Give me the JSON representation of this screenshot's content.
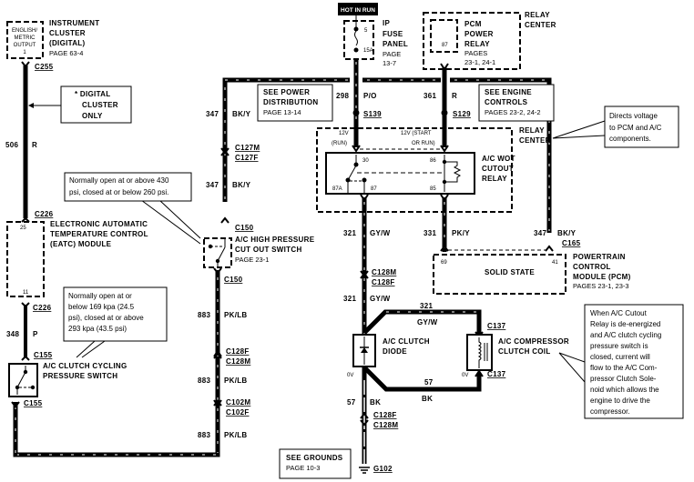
{
  "colors": {
    "wire": "#000000",
    "background": "#ffffff",
    "badge_bg": "#000000",
    "badge_text": "#ffffff"
  },
  "hot_in_run": "HOT IN RUN",
  "instrument_cluster": {
    "box_lines": [
      "ENGLISH/",
      "METRIC",
      "OUTPUT",
      "1"
    ],
    "title_lines": [
      "INSTRUMENT",
      "CLUSTER",
      "(DIGITAL)"
    ],
    "page": "PAGE 63-4",
    "connector": "C255"
  },
  "digital_cluster_note": [
    "* DIGITAL",
    "CLUSTER",
    "ONLY"
  ],
  "wire_506": {
    "circuit": "506",
    "color": "R"
  },
  "fuse_panel": {
    "fuse_number": "5",
    "rating": "15A",
    "title_lines": [
      "IP",
      "FUSE",
      "PANEL",
      "PAGE",
      "13-7"
    ]
  },
  "pcm_power_relay": {
    "pin": "87",
    "title_lines": [
      "PCM",
      "POWER",
      "RELAY",
      "PAGES",
      "23-1, 24-1"
    ],
    "relay_center": [
      "RELAY",
      "CENTER"
    ]
  },
  "see_power_distribution": {
    "lines": [
      "SEE POWER",
      "DISTRIBUTION"
    ],
    "page": "PAGE 13-14"
  },
  "see_engine_controls": {
    "lines": [
      "SEE ENGINE",
      "CONTROLS"
    ],
    "page": "PAGES 23-2, 24-2"
  },
  "wire_298": {
    "circuit": "298",
    "color": "P/O",
    "splice": "S139"
  },
  "wire_361": {
    "circuit": "361",
    "color": "R",
    "splice": "S129"
  },
  "wire_347": {
    "circuit": "347",
    "color": "BK/Y"
  },
  "relay_center_2": [
    "RELAY",
    "CENTER"
  ],
  "directs_note": [
    "Directs voltage",
    "to PCM and A/C",
    "components."
  ],
  "wot_relay": {
    "run_label": [
      "12V",
      "(RUN)"
    ],
    "start_label": [
      "12V (START",
      "OR RUN)"
    ],
    "pins": {
      "p30": "30",
      "p86": "86",
      "p87a": "87A",
      "p87": "87",
      "p85": "85"
    },
    "title_lines": [
      "A/C WOT",
      "CUTOUT",
      "RELAY"
    ]
  },
  "connectors": {
    "c127m": "C127M",
    "c127f": "C127F",
    "c150": "C150",
    "c226": "C226",
    "c155": "C155",
    "c128f": "C128F",
    "c128m": "C128M",
    "c102m": "C102M",
    "c102f": "C102F",
    "c137": "C137",
    "c165": "C165",
    "g102": "G102"
  },
  "high_pressure_note": [
    "Normally open at or above 430",
    "psi, closed at or below 260 psi."
  ],
  "high_pressure_switch": {
    "title_lines": [
      "A/C HIGH PRESSURE",
      "CUT OUT  SWITCH"
    ],
    "page": "PAGE 23-1"
  },
  "eatc": {
    "pin_top": "25",
    "pin_bottom": "11",
    "title_lines": [
      "ELECTRONIC AUTOMATIC",
      "TEMPERATURE CONTROL",
      "(EATC) MODULE"
    ]
  },
  "wire_348": {
    "circuit": "348",
    "color": "P"
  },
  "cycling_note": [
    "Normally open at or",
    "below 169 kpa (24.5",
    "psi), closed at or above",
    "293 kpa (43.5 psi)"
  ],
  "cycling_switch": {
    "title_lines": [
      "A/C CLUTCH CYCLING",
      "PRESSURE SWITCH"
    ]
  },
  "wire_883": {
    "circuit": "883",
    "color": "PK/LB"
  },
  "wire_321": {
    "circuit": "321",
    "color": "GY/W"
  },
  "wire_331": {
    "circuit": "331",
    "color": "PK/Y"
  },
  "wire_57": {
    "circuit": "57",
    "color": "BK"
  },
  "pcm": {
    "pin_left": "69",
    "pin_right": "41",
    "state": "SOLID STATE",
    "title_lines": [
      "POWERTRAIN",
      "CONTROL",
      "MODULE (PCM)"
    ],
    "pages": "PAGES 23-1, 23-3"
  },
  "clutch_diode": {
    "title_lines": [
      "A/C CLUTCH",
      "DIODE"
    ],
    "volt": "0V"
  },
  "compressor_coil": {
    "title_lines": [
      "A/C COMPRESSOR",
      "CLUTCH COIL"
    ],
    "volt": "0V"
  },
  "cutout_note": [
    "When A/C Cutout",
    "Relay is  de-energized",
    "and A/C clutch cycling",
    "pressure switch is",
    "closed, current will",
    "flow to the  A/C Com-",
    "pressor Clutch Sole-",
    "noid which allows the",
    "engine to drive the",
    "compressor."
  ],
  "see_grounds": {
    "title": "SEE GROUNDS",
    "page": "PAGE 10-3"
  }
}
